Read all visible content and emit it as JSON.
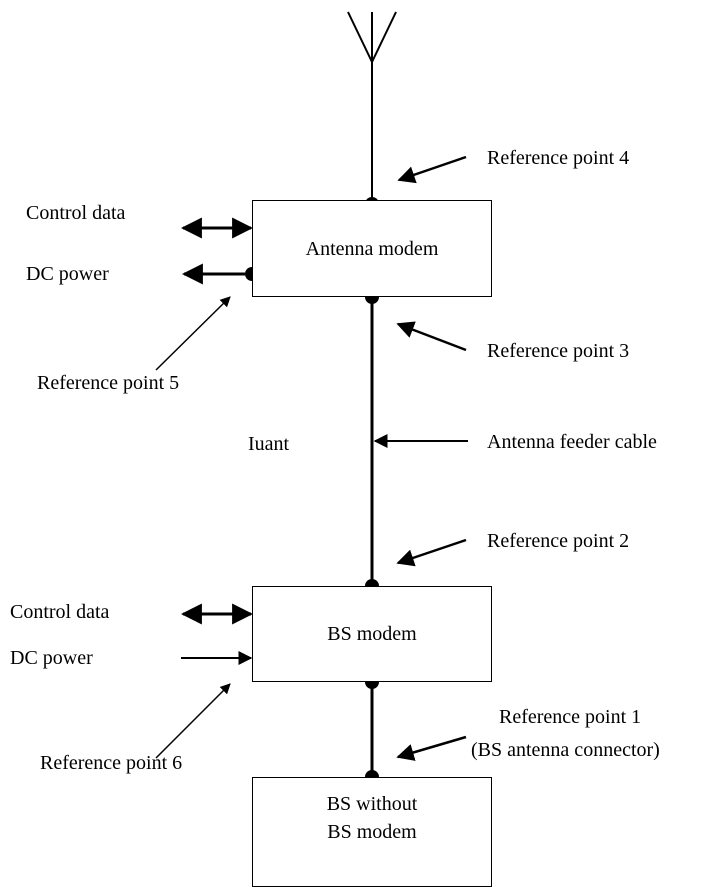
{
  "boxes": {
    "antenna_modem": "Antenna modem",
    "bs_modem": "BS modem",
    "bs_without_line1": "BS without",
    "bs_without_line2": "BS modem"
  },
  "labels": {
    "ref4": "Reference point 4",
    "ref3": "Reference point 3",
    "ref2": "Reference point 2",
    "ref1_line1": "Reference point 1",
    "ref1_line2": "(BS antenna connector)",
    "ref5": "Reference point 5",
    "ref6": "Reference point 6",
    "iuant": "Iuant",
    "feeder": "Antenna feeder cable",
    "control_top": "Control data",
    "dc_top": "DC power",
    "control_bottom": "Control data",
    "dc_bottom": "DC power"
  }
}
